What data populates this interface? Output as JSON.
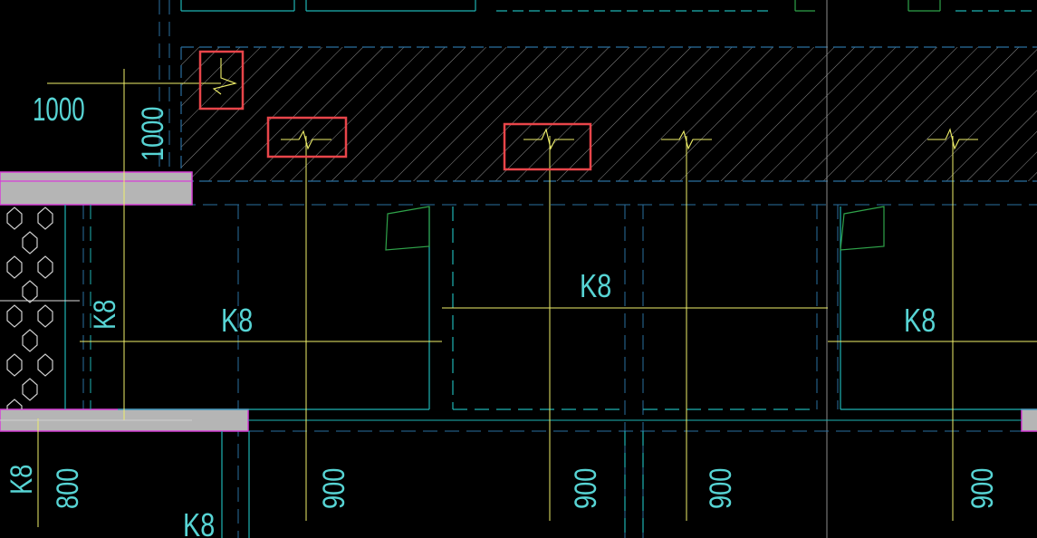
{
  "drawing": {
    "labels": {
      "dim_1000_left": "1000",
      "dim_1000_vertical": "1000",
      "room_k8_left_vertical": "K8",
      "room_k8_main": "K8",
      "room_k8_center": "K8",
      "room_k8_right": "K8",
      "dim_800": "800",
      "room_k8_bottom_vertical": "K8",
      "room_k8_bottom": "K8",
      "dim_900_a": "900",
      "dim_900_b": "900",
      "dim_900_c": "900",
      "dim_900_d": "900"
    },
    "colors": {
      "background": "#000000",
      "text": "#57d4d4",
      "wall": "#1fb3b3",
      "axis": "#2a6fa0",
      "rebar": "#f0f06a",
      "hatch": "#9a9a9a",
      "slab_gray": "#b5b5b5",
      "slab_edge": "#d63fd6",
      "highlight": "#e8454a",
      "green": "#2fa34a"
    },
    "icons": [
      "break-line-icon",
      "hatch-pattern",
      "hexagon-fill-pattern"
    ]
  }
}
